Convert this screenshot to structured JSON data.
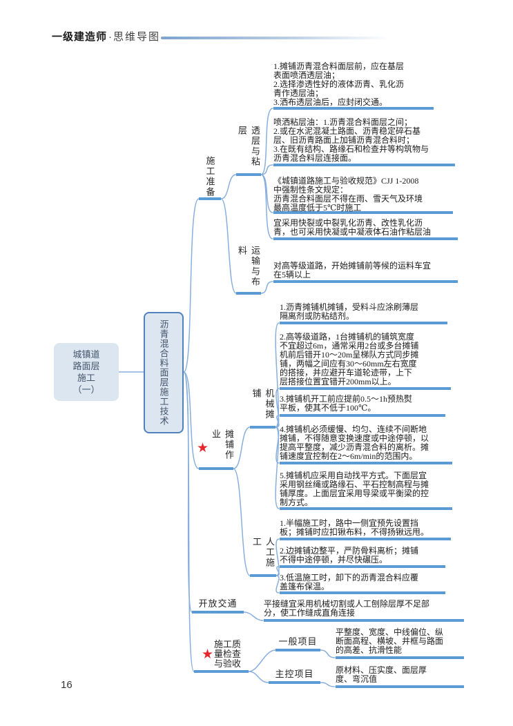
{
  "header": {
    "brand": "一级建造师",
    "dot": "·",
    "title": "思维导图"
  },
  "footer": {
    "page_number": "16"
  },
  "icons": {
    "star": "★"
  },
  "colors": {
    "underline_blue": "#5b9bd5",
    "connector_blue": "#88aedd",
    "node_fill": "#dce6f1",
    "node_border": "#4f81bd",
    "node_text": "#44546a",
    "star_red": "#e8252a",
    "header_rule_blue": "#7da3cf"
  },
  "mindmap": {
    "root": {
      "label": "城镇道\n路面层\n施工\n（一）"
    },
    "trunk": {
      "label": "沥青混合料面层施工技术"
    },
    "branches": [
      {
        "label": "施工准备",
        "starred": false,
        "children": [
          {
            "label": "透层与粘层",
            "leaves": [
              "1.摊铺沥青混合料面层前，应在基层\n表面喷洒透层油；\n2.选择渗透性好的液体沥青、乳化沥\n青作透层油；\n3.洒布透层油后，应封闭交通。",
              "喷洒粘层油：1.沥青混合料面层之间；\n2.或在水泥混凝土路面、沥青稳定碎石基\n层、旧沥青路面上加铺沥青混合料时；\n3.在既有结构、路缘石和检查井等构筑物与\n沥青混合料层连接面。",
              "《城镇道路施工与验收规范》CJJ 1-2008\n中强制性条文规定：\n沥青混合料面层不得在雨、雪天气及环境\n最高温度低于5℃时施工",
              "宜采用快裂或中裂乳化沥青、改性乳化沥\n青，也可采用快凝或中凝液体石油作粘层油"
            ]
          },
          {
            "label": "运输与布料",
            "leaves": [
              "对高等级道路，开始摊铺前等候的运料车宜\n在5辆以上"
            ]
          }
        ]
      },
      {
        "label": "摊铺作业",
        "starred": true,
        "children": [
          {
            "label": "机械摊铺",
            "leaves": [
              "1.沥青摊铺机摊铺，受料斗应涂刷薄层\n隔离剂或防粘结剂。",
              "2.高等级道路，1台摊铺机的铺筑宽度\n不宜超过6m，通常采用2台或多台摊铺\n机前后错开10～20m呈梯队方式同步摊\n铺，两幅之间应有30～60mm左右宽度\n的搭接，并应避开车道轮迹带，上下\n层搭接位置宜错开200mm以上。",
              "3.摊铺机开工前应提前0.5～1h预热熨\n平板，使其不低于100℃。",
              "4.摊铺机必须缓慢、均匀、连续不间断地\n摊铺，不得随意变换速度或中途停顿，以\n提高平整度，减少沥青混合料的离析。摊\n铺速度宜控制在2～6m/min的范围内。",
              "5.摊铺机应采用自动找平方式。下面层宜\n采用钢丝绳或路缘石、平石控制高程与摊\n铺厚度。上面层宜采用导梁或平衡梁的控\n制方式。"
            ]
          },
          {
            "label": "人工施工",
            "leaves": [
              "1.半幅施工时，路中一侧宜预先设置挡\n板；摊铺时应扣锹布料，不得扬锹远甩。",
              "2.边摊铺边整平，严防骨料离析；摊铺\n不得中途停顿，并尽快碾压。",
              "3.低温施工时，卸下的沥青混合料应覆\n盖篷布保温。"
            ]
          }
        ]
      },
      {
        "label": "开放交通",
        "starred": false,
        "leaves": [
          "平接缝宜采用机械切割或人工刨除层厚不足部\n分，使工作缝成直角连接"
        ]
      },
      {
        "label": "施工质\n量检查\n与验收",
        "starred": true,
        "children": [
          {
            "label": "一般项目",
            "leaves": [
              "平整度、宽度、中线偏位、纵\n断面高程、横坡、井框与路面\n的高差、抗滑性能"
            ]
          },
          {
            "label": "主控项目",
            "leaves": [
              "原材料、压实度、面层厚\n度、弯沉值"
            ]
          }
        ]
      }
    ]
  }
}
